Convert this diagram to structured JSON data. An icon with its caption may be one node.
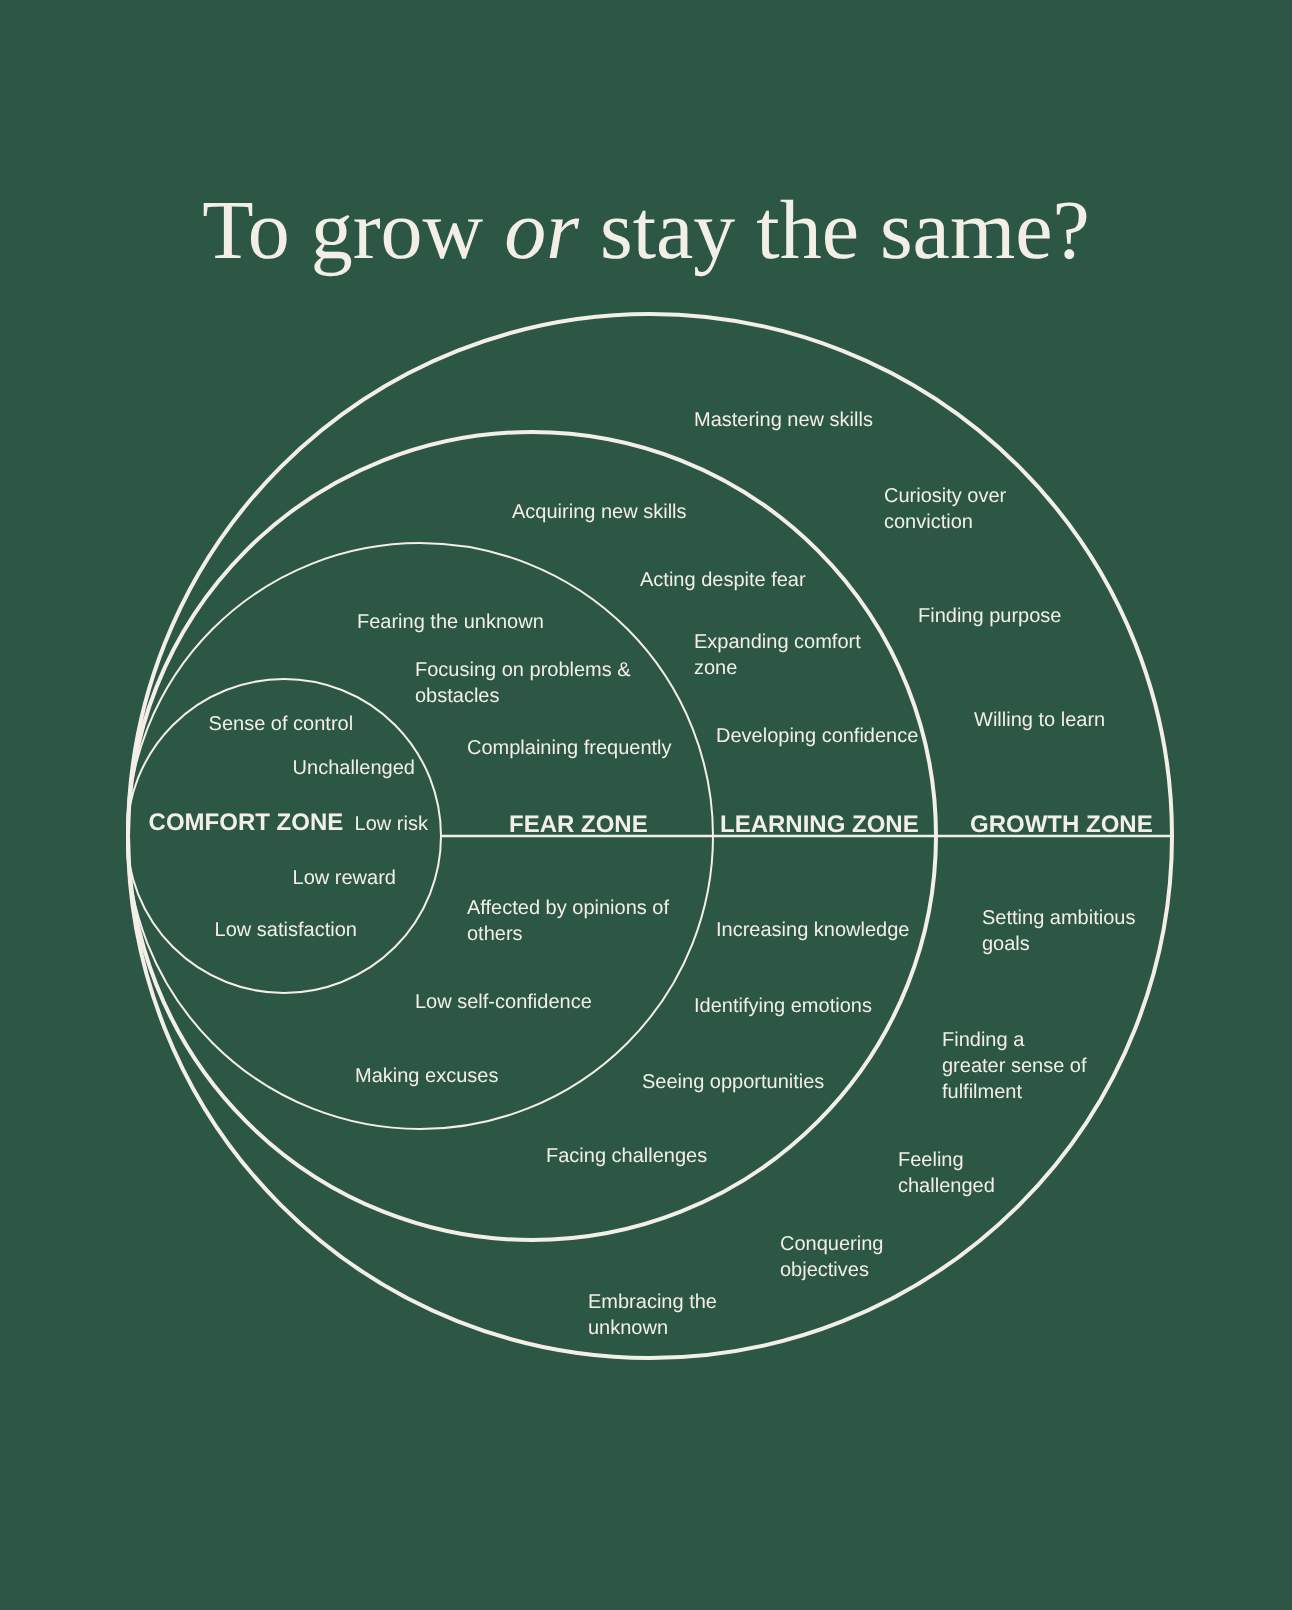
{
  "diagram": {
    "title": "To grow *or* stay the same?",
    "nodes": [
      {
        "text": [
          "Mastering new skills",
          "Curiosity over conviction",
          "Finding purpose",
          "Willing to learn",
          "GROWTH ZONE",
          "Setting ambitious goals",
          "Finding a greater sense of fulfilment",
          "Feeling challenged",
          "Conquering objectives",
          "Embracing the unknown"
        ]
      },
      {
        "text": [
          "Acquiring new skills",
          "Acting despite fear",
          "Expanding comfort zone",
          "Developing confidence",
          "LEARNING ZONE",
          "Increasing knowledge",
          "Identifying emotions",
          "Seeing opportunities",
          "Facing challenges"
        ],
        "in": 0
      },
      {
        "text": [
          "Fearing the unknown",
          "Focusing on problems & obstacles",
          "Complaining frequently",
          "FEAR ZONE",
          "Affected by opinions of others",
          "Low self-confidence",
          "Making excuses"
        ],
        "in": 1
      },
      {
        "text": [
          "Sense of control",
          "Unchallenged",
          "COMFORT ZONE",
          "Low risk",
          "Low reward",
          "Low satisfaction"
        ],
        "in": 2
      }
    ]
  }
}
